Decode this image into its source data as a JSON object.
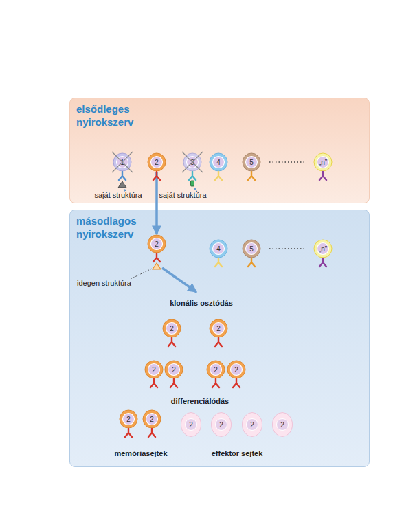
{
  "diagram": {
    "nodes": [
      {
        "text": [
          "elsődleges nyirokszerv"
        ]
      },
      {
        "text": [
          "1"
        ],
        "in": 0
      },
      {
        "text": [
          "2"
        ],
        "in": 0
      },
      {
        "text": [
          "3"
        ],
        "in": 0
      },
      {
        "text": [
          "4"
        ],
        "in": 0
      },
      {
        "text": [
          "5"
        ],
        "in": 0
      },
      {
        "text": [
          "„n”"
        ],
        "in": 0
      },
      {
        "text": [
          "másodlagos nyirokszerv"
        ]
      },
      {
        "text": [
          "2"
        ],
        "in": 7
      },
      {
        "text": [
          "4"
        ],
        "in": 7
      },
      {
        "text": [
          "5"
        ],
        "in": 7
      },
      {
        "text": [
          "„n”"
        ],
        "in": 7
      },
      {
        "text": [
          "2"
        ],
        "in": 7
      },
      {
        "text": [
          "2"
        ],
        "in": 7
      },
      {
        "text": [
          "2"
        ],
        "in": 7
      },
      {
        "text": [
          "2"
        ],
        "in": 7
      },
      {
        "text": [
          "2"
        ],
        "in": 7
      },
      {
        "text": [
          "2"
        ],
        "in": 7
      },
      {
        "text": [
          "2"
        ],
        "in": 7
      },
      {
        "text": [
          "2"
        ],
        "in": 7
      },
      {
        "text": [
          "2"
        ],
        "in": 7
      },
      {
        "text": [
          "2"
        ],
        "in": 7
      },
      {
        "text": [
          "2"
        ],
        "in": 7
      },
      {
        "text": [
          "2"
        ],
        "in": 7
      }
    ],
    "edges": [
      {
        "from": 2,
        "to": 8,
        "arrow": "to"
      }
    ],
    "labels": [
      "saját struktúra",
      "saját struktúra",
      "idegen struktúra",
      "klonális osztódás",
      "differenciálódás",
      "memóriasejtek",
      "effektor sejtek"
    ]
  }
}
